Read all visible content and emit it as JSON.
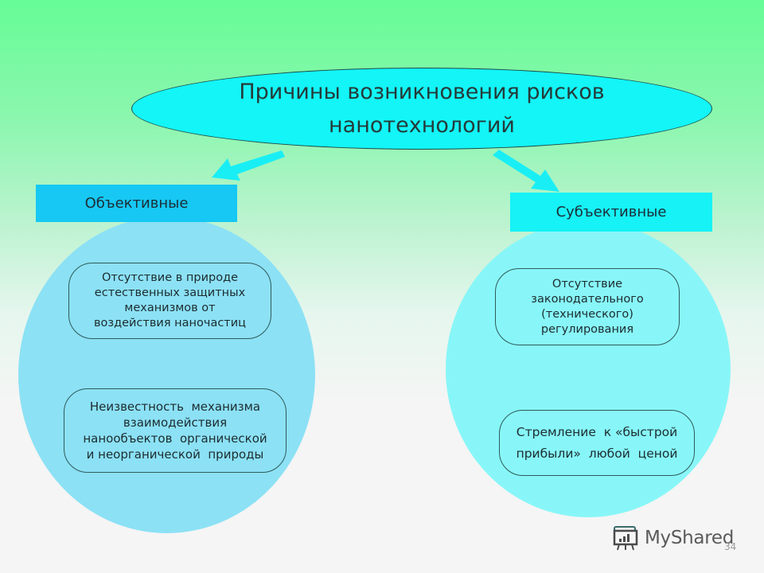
{
  "title": {
    "lines": [
      "Причины возникновения рисков",
      "нанотехнологий"
    ]
  },
  "categories": {
    "objective": {
      "label": "Объективные",
      "items": [
        {
          "lines": [
            "Отсутствие в природе",
            "естественных защитных",
            "механизмов от",
            "воздействия наночастиц"
          ]
        },
        {
          "lines": [
            "Неизвестность  механизма",
            "взаимодействия",
            "нанообъектов  органической",
            "и неорганической  природы"
          ]
        }
      ]
    },
    "subjective": {
      "label": "Субъективные",
      "items": [
        {
          "lines": [
            "Отсутствие",
            "законодательного",
            "(технического)",
            "регулирования"
          ]
        },
        {
          "lines": [
            "Стремление  к «быстрой",
            "прибыли»  любой  ценой"
          ]
        }
      ]
    }
  },
  "watermark": {
    "text": "MyShared",
    "icon": "presentation-board-icon"
  },
  "page_number": "34",
  "colors": {
    "title_fill": "#13f5f7",
    "objective_box": "#16c8f3",
    "subjective_box": "#16f2f5",
    "objective_circle": "#8ce1f5",
    "subjective_circle": "#88f6f8",
    "arrow": "#19eef5"
  }
}
